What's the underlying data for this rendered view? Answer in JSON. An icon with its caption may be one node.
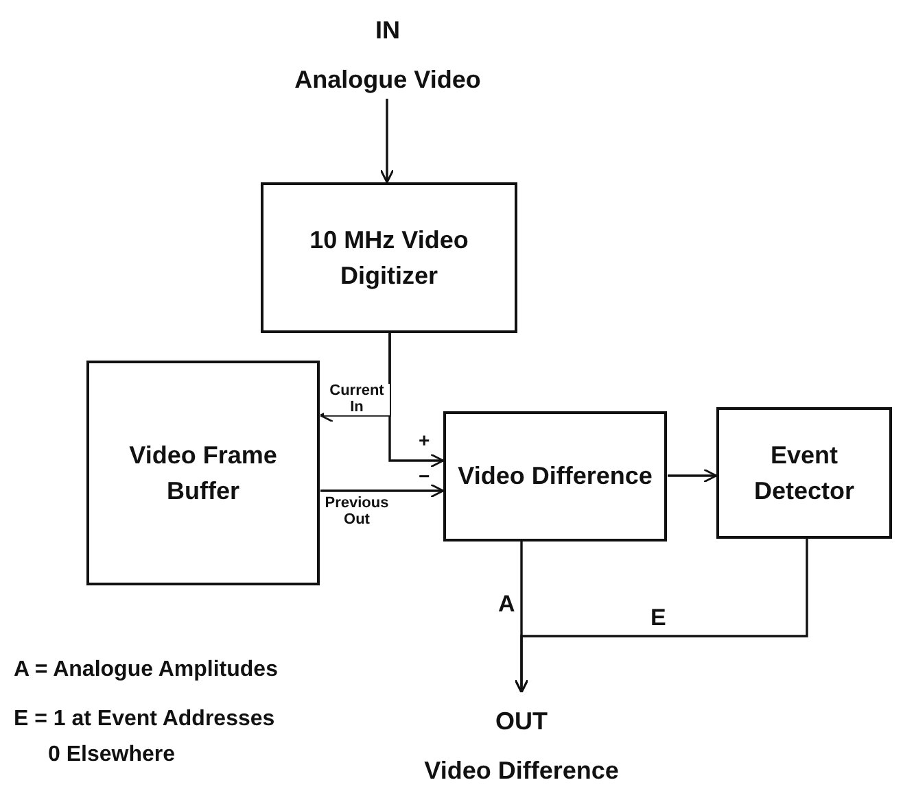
{
  "diagram": {
    "nodes": [
      {
        "text": [
          "IN",
          "Analogue Video"
        ]
      },
      {
        "text": [
          "10 MHz Video Digitizer"
        ]
      },
      {
        "text": [
          "Video Frame Buffer"
        ]
      },
      {
        "text": [
          "Video Difference"
        ]
      },
      {
        "text": [
          "Event Detector"
        ]
      },
      {
        "text": [
          "OUT",
          "Video Difference"
        ]
      }
    ],
    "edges": [
      {
        "from": 0,
        "to": 1,
        "arrow": "to"
      },
      {
        "from": 1,
        "to": 2,
        "arrow": "to",
        "label": "Current In"
      },
      {
        "from": 1,
        "to": 3,
        "arrow": "to"
      },
      {
        "from": 2,
        "to": 3,
        "arrow": "to",
        "label": "Previous Out"
      },
      {
        "from": 3,
        "to": 4,
        "arrow": "to"
      },
      {
        "from": 3,
        "to": 5,
        "arrow": "to",
        "label": "A"
      },
      {
        "from": 4,
        "to": 5,
        "arrow": "to",
        "label": "E"
      }
    ],
    "labels": [
      "+",
      "−",
      "A = Analogue Amplitudes",
      "E = 1 at Event Addresses 0 Elsewhere"
    ]
  }
}
